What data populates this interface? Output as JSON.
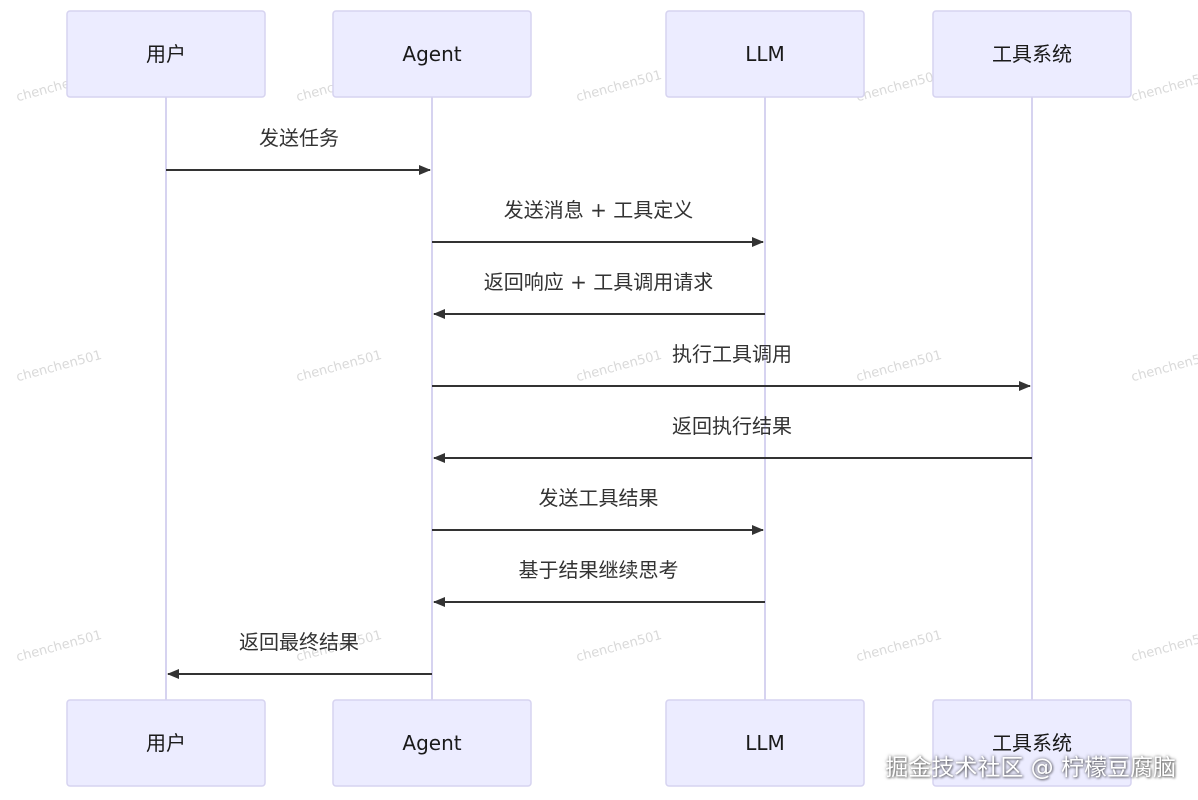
{
  "participants": [
    "用户",
    "Agent",
    "LLM",
    "工具系统"
  ],
  "messages": [
    {
      "from": 0,
      "to": 1,
      "label": "发送任务"
    },
    {
      "from": 1,
      "to": 2,
      "label": "发送消息 + 工具定义"
    },
    {
      "from": 2,
      "to": 1,
      "label": "返回响应 + 工具调用请求"
    },
    {
      "from": 1,
      "to": 3,
      "label": "执行工具调用"
    },
    {
      "from": 3,
      "to": 1,
      "label": "返回执行结果"
    },
    {
      "from": 1,
      "to": 2,
      "label": "发送工具结果"
    },
    {
      "from": 2,
      "to": 1,
      "label": "基于结果继续思考"
    },
    {
      "from": 1,
      "to": 0,
      "label": "返回最终结果"
    }
  ],
  "repeated_watermark": "chenchen501",
  "brand_watermark": "掘金技术社区 @ 柠檬豆腐脑",
  "colors": {
    "actor_fill": "#ececff",
    "actor_stroke": "#d6d3f0",
    "lifeline": "#d6d3f0",
    "message_line": "#333333",
    "text": "#1a1a1a"
  }
}
